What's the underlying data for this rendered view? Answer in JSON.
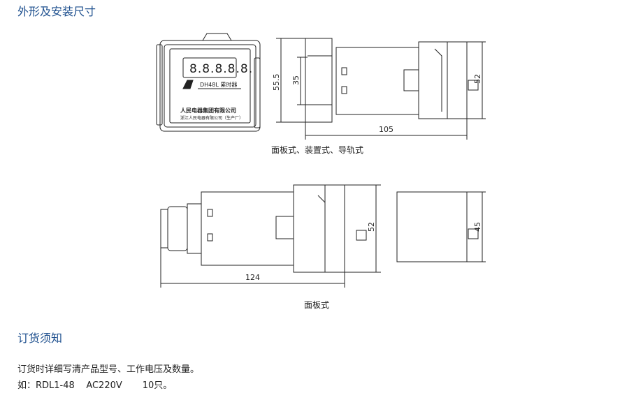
{
  "section1": {
    "title": "外形及安装尺寸"
  },
  "figure1": {
    "display_digits": "8.8.8.8.8.",
    "model_label": "DH48L 累时器",
    "brand_line1": "人民电器集团有限公司",
    "brand_line2": "浙江人民电器有限公司（生产厂）",
    "dims": {
      "height_outer": "55.5",
      "height_inner": "35",
      "height_right": "52",
      "length": "105"
    },
    "caption": "面板式、装置式、导轨式"
  },
  "figure2": {
    "dims": {
      "height": "52",
      "length": "124",
      "cutout": "45"
    },
    "caption": "面板式"
  },
  "section2": {
    "title": "订货须知",
    "line1": "订货时详细写清产品型号、工作电压及数量。",
    "line2": "如：RDL1-48    AC220V       10只。"
  }
}
